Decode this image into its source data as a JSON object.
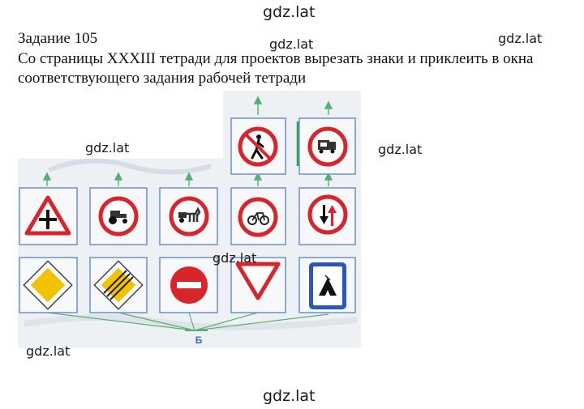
{
  "watermark": "gdz.lat",
  "task": {
    "title": "Задание 105",
    "text": "Со страницы XXXIII тетради для проектов вырезать знаки и приклеить в окна соответствующего задания рабочей тетради"
  },
  "worksheet": {
    "label": "Б"
  },
  "colors": {
    "frame": "#6f8fcc",
    "arrow": "#55b070",
    "paper": "#eef1f4",
    "red": "#d8252c",
    "yellow": "#f2c200",
    "blue": "#2a58b8"
  },
  "signs": [
    {
      "row": 1,
      "icon": "no-pedestrians-icon"
    },
    {
      "row": 1,
      "icon": "no-trucks-icon"
    },
    {
      "row": 2,
      "icon": "crossroad-warning-icon"
    },
    {
      "row": 2,
      "icon": "no-tractors-icon"
    },
    {
      "row": 2,
      "icon": "no-horse-carts-icon"
    },
    {
      "row": 2,
      "icon": "no-bicycles-icon"
    },
    {
      "row": 2,
      "icon": "oncoming-priority-icon"
    },
    {
      "row": 3,
      "icon": "priority-road-icon"
    },
    {
      "row": 3,
      "icon": "end-of-priority-road-icon"
    },
    {
      "row": 3,
      "icon": "no-entry-icon"
    },
    {
      "row": 3,
      "icon": "give-way-icon"
    },
    {
      "row": 3,
      "icon": "camping-icon"
    }
  ]
}
